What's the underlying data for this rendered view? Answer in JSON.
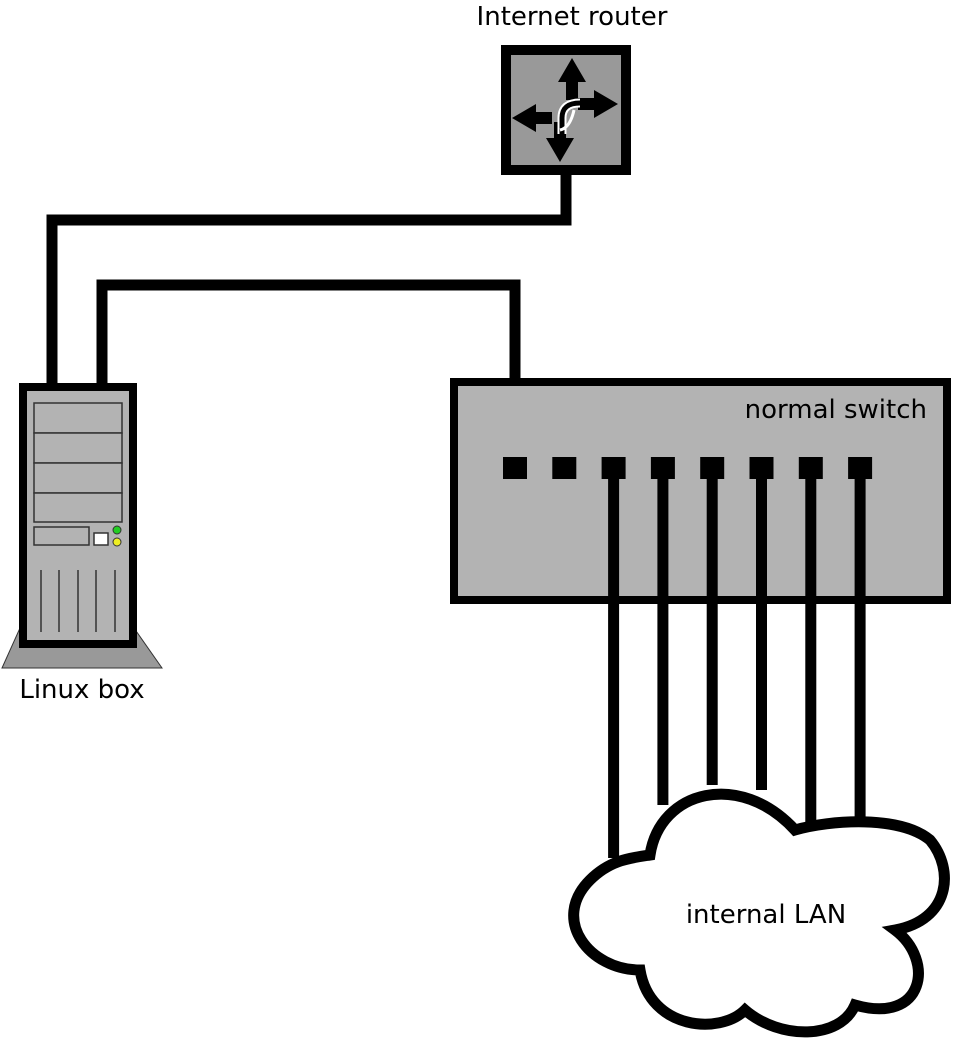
{
  "nodes": {
    "router": {
      "label": "Internet router"
    },
    "linux_box": {
      "label": "Linux box"
    },
    "switch": {
      "label": "normal switch",
      "port_count": 8,
      "connected_lan_ports": 6
    },
    "lan": {
      "label": "internal LAN"
    }
  },
  "connections": [
    {
      "from": "Internet router",
      "to": "Linux box"
    },
    {
      "from": "Linux box",
      "to": "normal switch port 1"
    },
    {
      "from": "normal switch ports 3-8",
      "to": "internal LAN"
    }
  ],
  "colors": {
    "outline": "#000000",
    "device_fill": "#b3b3b3",
    "router_fill": "#999999",
    "base_fill": "#999999",
    "led_green": "#22cc22",
    "led_yellow": "#eeee22",
    "cloud_fill": "#ffffff"
  }
}
